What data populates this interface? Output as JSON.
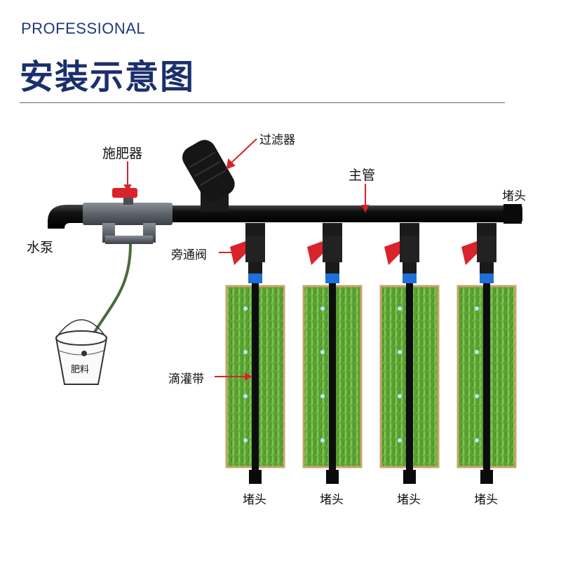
{
  "header": {
    "eyebrow": "PROFESSIONAL",
    "title": "安装示意图"
  },
  "labels": {
    "fertilizer_injector": "施肥器",
    "filter": "过滤器",
    "main_pipe": "主管",
    "end_plug_main": "堵头",
    "pump": "水泵",
    "bypass_valve": "旁通阀",
    "drip_tape": "滴灌带",
    "fertilizer_bucket": "肥料",
    "end_plugs": [
      "堵头",
      "堵头",
      "堵头",
      "堵头"
    ]
  },
  "colors": {
    "title": "#1a2f6b",
    "pipe": "#111111",
    "valve_handle": "#d8232a",
    "connector_blue": "#1e6fd9",
    "grass": "#5ea33a",
    "soil_border": "#c9a36a",
    "pointer": "#d8232a"
  }
}
